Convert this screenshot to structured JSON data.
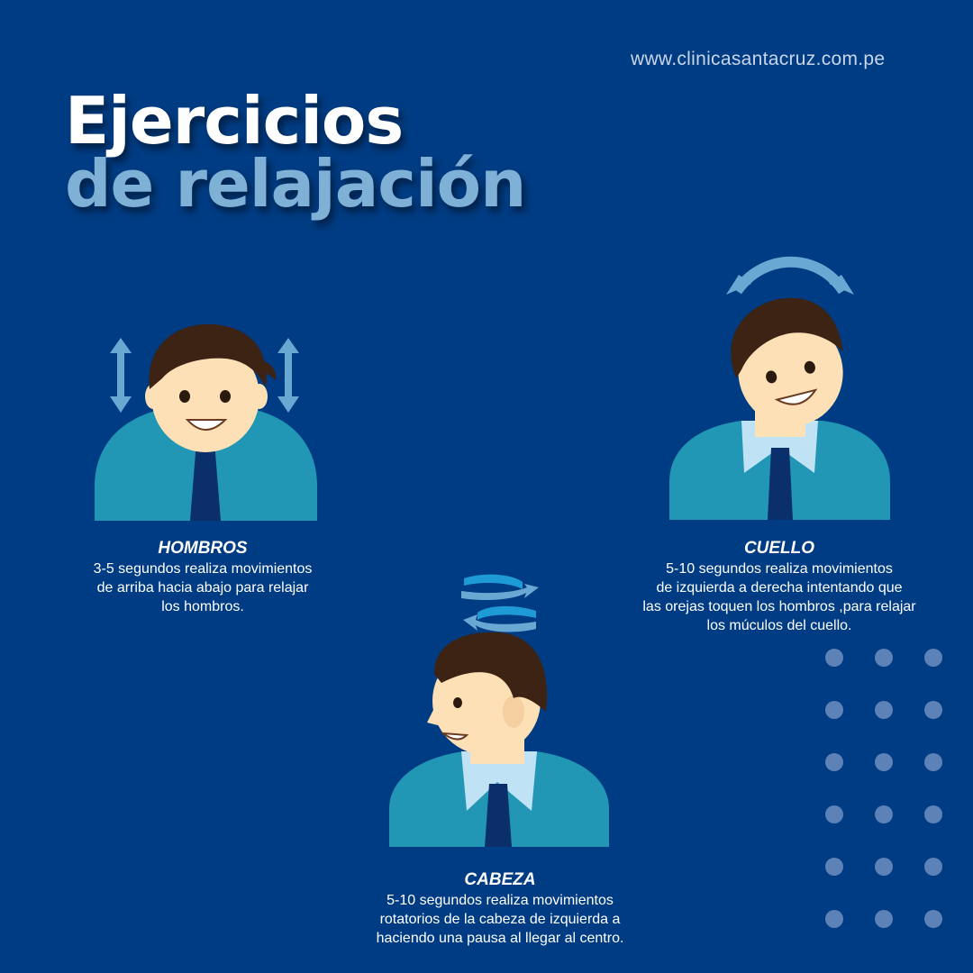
{
  "header": {
    "url": "www.clinicasantacruz.com.pe",
    "title_line1": "Ejercicios",
    "title_line2": "de relajación"
  },
  "exercises": [
    {
      "id": "hombros",
      "title": "HOMBROS",
      "lines": [
        "3-5 segundos realiza movimientos",
        "de arriba hacia abajo para relajar",
        "los hombros."
      ]
    },
    {
      "id": "cuello",
      "title": "CUELLO",
      "lines": [
        "5-10 segundos realiza movimientos",
        "de izquierda a derecha intentando que",
        "las orejas toquen los hombros ,para relajar",
        "los múculos del cuello."
      ]
    },
    {
      "id": "cabeza",
      "title": "CABEZA",
      "lines": [
        "5-10 segundos realiza movimientos",
        "rotatorios de la cabeza de izquierda a",
        "haciendo una pausa al llegar al centro."
      ]
    }
  ],
  "icons": {
    "updown_arrows": "up-down-arrow-icon",
    "curved_arrow": "curved-double-arrow-icon",
    "rotation_arrows": "rotation-arrows-icon",
    "dots": "dot-grid"
  },
  "colors": {
    "background": "#003c83",
    "title_secondary": "#7fb0d6",
    "shirt": "#2196b5",
    "collar": "#bfe3f5",
    "tie": "#0b2f6b",
    "skin": "#fde0b5",
    "hair": "#3d2314",
    "arrow": "#6aa8d4",
    "dot": "#5d82b7"
  }
}
